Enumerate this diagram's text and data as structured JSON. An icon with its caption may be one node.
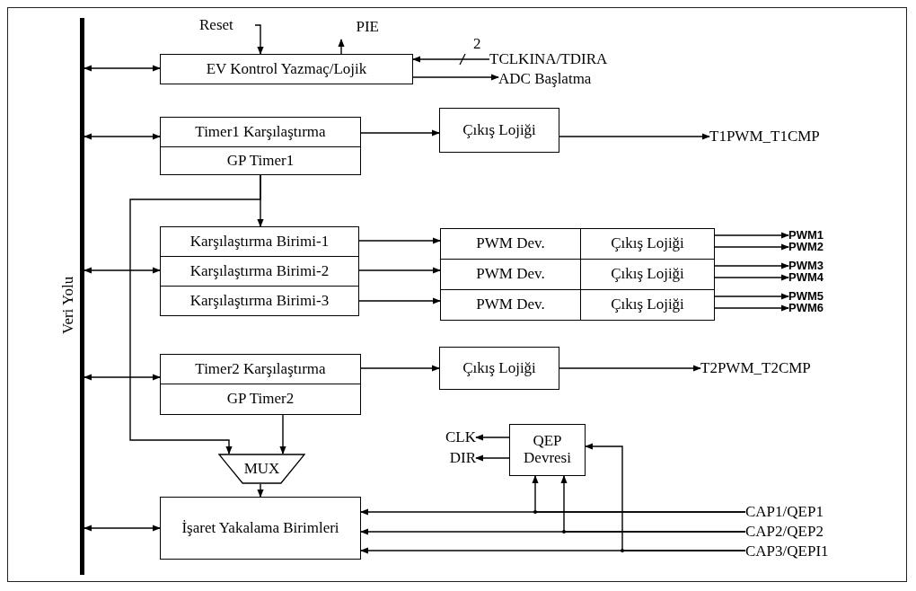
{
  "diagram": {
    "nodes": [
      {
        "text": [
          "Veri Yolu"
        ]
      },
      {
        "text": [
          "Reset"
        ]
      },
      {
        "text": [
          "PIE"
        ]
      },
      {
        "text": [
          "EV Kontrol Yazmaç/Lojik"
        ]
      },
      {
        "text": [
          "TCLKINA/TDIRA"
        ]
      },
      {
        "text": [
          "ADC Başlatma"
        ]
      },
      {
        "text": [
          "Timer1 Karşılaştırma"
        ]
      },
      {
        "text": [
          "GP Timer1"
        ]
      },
      {
        "text": [
          "Çıkış Lojiği"
        ]
      },
      {
        "text": [
          "T1PWM_T1CMP"
        ]
      },
      {
        "text": [
          "Karşılaştırma Birimi-1"
        ]
      },
      {
        "text": [
          "Karşılaştırma Birimi-2"
        ]
      },
      {
        "text": [
          "Karşılaştırma Birimi-3"
        ]
      },
      {
        "text": [
          "PWM Dev."
        ]
      },
      {
        "text": [
          "Çıkış Lojiği"
        ]
      },
      {
        "text": [
          "PWM Dev."
        ]
      },
      {
        "text": [
          "Çıkış Lojiği"
        ]
      },
      {
        "text": [
          "PWM Dev."
        ]
      },
      {
        "text": [
          "Çıkış Lojiği"
        ]
      },
      {
        "text": [
          "PWM1"
        ]
      },
      {
        "text": [
          "PWM2"
        ]
      },
      {
        "text": [
          "PWM3"
        ]
      },
      {
        "text": [
          "PWM4"
        ]
      },
      {
        "text": [
          "PWM5"
        ]
      },
      {
        "text": [
          "PWM6"
        ]
      },
      {
        "text": [
          "Timer2 Karşılaştırma"
        ]
      },
      {
        "text": [
          "GP Timer2"
        ]
      },
      {
        "text": [
          "Çıkış Lojiği"
        ]
      },
      {
        "text": [
          "T2PWM_T2CMP"
        ]
      },
      {
        "text": [
          "MUX"
        ]
      },
      {
        "text": [
          "İşaret  Yakalama Birimleri"
        ]
      },
      {
        "text": [
          "CLK"
        ]
      },
      {
        "text": [
          "DIR"
        ]
      },
      {
        "text": [
          "QEP Devresi"
        ]
      },
      {
        "text": [
          "CAP1/QEP1"
        ]
      },
      {
        "text": [
          "CAP2/QEP2"
        ]
      },
      {
        "text": [
          "CAP3/QEPI1"
        ]
      }
    ],
    "edges": [
      {
        "from": 0,
        "to": 3,
        "arrow": "both"
      },
      {
        "from": 0,
        "to": 6,
        "arrow": "both"
      },
      {
        "from": 0,
        "to": 11,
        "arrow": "both"
      },
      {
        "from": 0,
        "to": 25,
        "arrow": "both"
      },
      {
        "from": 0,
        "to": 30,
        "arrow": "both"
      },
      {
        "from": 1,
        "to": 3,
        "arrow": "to"
      },
      {
        "from": 3,
        "to": 2,
        "arrow": "to"
      },
      {
        "from": 4,
        "to": 3,
        "arrow": "to",
        "label": "2"
      },
      {
        "from": 3,
        "to": 5,
        "arrow": "to"
      },
      {
        "from": 6,
        "to": 8,
        "arrow": "to"
      },
      {
        "from": 8,
        "to": 9,
        "arrow": "to"
      },
      {
        "from": 7,
        "to": 10,
        "arrow": "to"
      },
      {
        "from": 7,
        "to": 29,
        "arrow": "to"
      },
      {
        "from": 10,
        "to": 13,
        "arrow": "to"
      },
      {
        "from": 11,
        "to": 15,
        "arrow": "to"
      },
      {
        "from": 12,
        "to": 17,
        "arrow": "to"
      },
      {
        "from": 14,
        "to": 19,
        "arrow": "to"
      },
      {
        "from": 14,
        "to": 20,
        "arrow": "to"
      },
      {
        "from": 16,
        "to": 21,
        "arrow": "to"
      },
      {
        "from": 16,
        "to": 22,
        "arrow": "to"
      },
      {
        "from": 18,
        "to": 23,
        "arrow": "to"
      },
      {
        "from": 18,
        "to": 24,
        "arrow": "to"
      },
      {
        "from": 25,
        "to": 27,
        "arrow": "to"
      },
      {
        "from": 27,
        "to": 28,
        "arrow": "to"
      },
      {
        "from": 26,
        "to": 29,
        "arrow": "to"
      },
      {
        "from": 29,
        "to": 30,
        "arrow": "to"
      },
      {
        "from": 33,
        "to": 31,
        "arrow": "to"
      },
      {
        "from": 33,
        "to": 32,
        "arrow": "to"
      },
      {
        "from": 34,
        "to": 30,
        "arrow": "to"
      },
      {
        "from": 35,
        "to": 30,
        "arrow": "to"
      },
      {
        "from": 36,
        "to": 30,
        "arrow": "to"
      },
      {
        "from": 34,
        "to": 33,
        "arrow": "to"
      },
      {
        "from": 35,
        "to": 33,
        "arrow": "to"
      },
      {
        "from": 36,
        "to": 33,
        "arrow": "to"
      }
    ]
  }
}
